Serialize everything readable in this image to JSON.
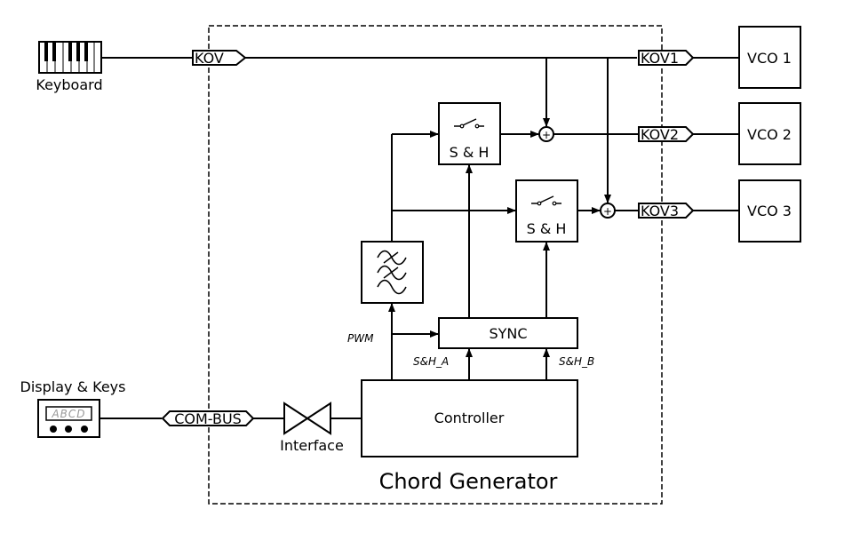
{
  "diagram": {
    "title": "Chord Generator",
    "external": {
      "keyboard": {
        "label": "Keyboard",
        "icon": "piano-keyboard-icon"
      },
      "display": {
        "label": "Display & Keys",
        "screen_text": "ABCD",
        "icon": "display-keys-icon"
      },
      "vcos": [
        {
          "label": "VCO 1"
        },
        {
          "label": "VCO 2"
        },
        {
          "label": "VCO 3"
        }
      ]
    },
    "connectors": {
      "kov_in": "KOV",
      "kov_out": [
        "KOV1",
        "KOV2",
        "KOV3"
      ],
      "com_bus": "COM-BUS"
    },
    "blocks": {
      "interface": "Interface",
      "controller": "Controller",
      "sync": "SYNC",
      "sample_hold": [
        "S & H",
        "S & H"
      ],
      "filter": {
        "icon": "lowpass-filter-icon"
      },
      "adder_symbol": "+"
    },
    "signals": {
      "pwm": "PWM",
      "sh_a": "S&H_A",
      "sh_b": "S&H_B"
    },
    "colors": {
      "stroke": "#000000",
      "display_text": "#999999",
      "background": "#ffffff"
    }
  }
}
